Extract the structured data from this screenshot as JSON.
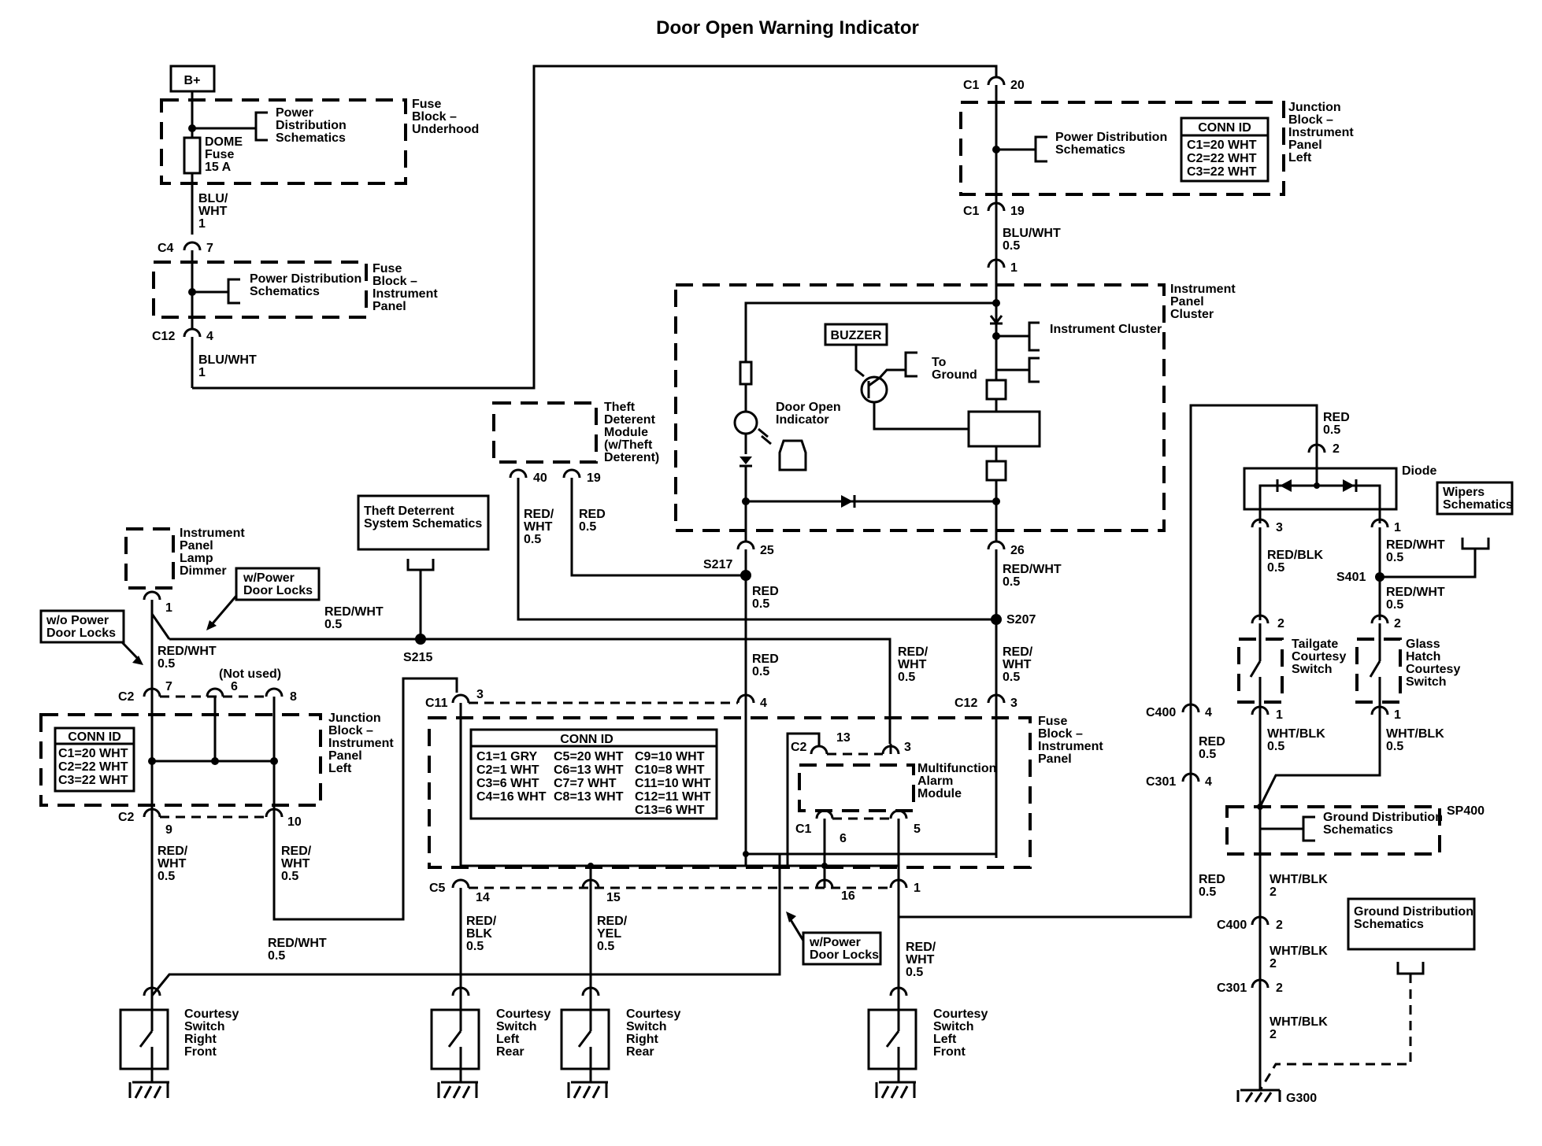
{
  "title": "Door Open Warning Indicator",
  "power": {
    "source": "B+",
    "fuse_label": "DOME",
    "fuse_type": "Fuse",
    "fuse_rating": "15 A",
    "power_dist_1": "Power",
    "power_dist_2": "Distribution",
    "power_dist_3": "Schematics",
    "fuse_block_uh": "Fuse",
    "fuse_block_uh2": "Block –",
    "fuse_block_uh3": "Underhood",
    "wire1a": "BLU/",
    "wire1b": "WHT",
    "wire1c": "1",
    "c4": "C4",
    "c4_pin": "7",
    "fbip_pd1": "Power Distribution",
    "fbip_pd2": "Schematics",
    "fbip_1": "Fuse",
    "fbip_2": "Block –",
    "fbip_3": "Instrument",
    "fbip_4": "Panel",
    "c12": "C12",
    "c12_pin": "4",
    "wire2a": "BLU/WHT",
    "wire2b": "1"
  },
  "junction_left": {
    "c1_top": "C1",
    "c1_top_pin": "20",
    "pd1": "Power Distribution",
    "pd2": "Schematics",
    "connid": "CONN ID",
    "c1": "C1=20 WHT",
    "c2": "C2=22 WHT",
    "c3": "C3=22 WHT",
    "label1": "Junction",
    "label2": "Block –",
    "label3": "Instrument",
    "label4": "Panel",
    "label5": "Left",
    "c1_bot": "C1",
    "c1_bot_pin": "19",
    "wire_a": "BLU/WHT",
    "wire_b": "0.5",
    "pin_1": "1"
  },
  "cluster": {
    "label1": "Instrument",
    "label2": "Panel",
    "label3": "Cluster",
    "instrument_cluster": "Instrument Cluster",
    "buzzer": "BUZZER",
    "to_ground1": "To",
    "to_ground2": "Ground",
    "door_open1": "Door Open",
    "door_open2": "Indicator",
    "pin25": "25",
    "pin26": "26"
  },
  "theft": {
    "mod1": "Theft",
    "mod2": "Deterent",
    "mod3": "Module",
    "mod4": "(w/Theft",
    "mod5": "Deterent)",
    "pin40": "40",
    "pin19": "19",
    "w40a": "RED/",
    "w40b": "WHT",
    "w40c": "0.5",
    "w19a": "RED",
    "w19b": "0.5",
    "sch1": "Theft Deterrent",
    "sch2": "System Schematics"
  },
  "splices": {
    "s217": "S217",
    "s207": "S207",
    "s215": "S215",
    "red_a": "RED",
    "red_b": "0.5",
    "rw_a": "RED/WHT",
    "rw_b": "0.5",
    "rw215a": "RED/WHT",
    "rw215b": "0.5",
    "red4a": "RED",
    "red4b": "0.5",
    "rwm1": "RED/",
    "rwm2": "WHT",
    "rwm3": "0.5",
    "rw12a": "RED/",
    "rw12b": "WHT",
    "rw12c": "0.5"
  },
  "left_side": {
    "ipld1": "Instrument",
    "ipld2": "Panel",
    "ipld3": "Lamp",
    "ipld4": "Dimmer",
    "pin1": "1",
    "wpdl1": "w/Power",
    "wpdl2": "Door Locks",
    "wopdl1": "w/o Power",
    "wopdl2": "Door Locks",
    "rw1": "RED/WHT",
    "rw2": "0.5",
    "c2a": "C2",
    "pin7": "7",
    "notused": "(Not used)",
    "pin6": "6",
    "pin8": "8",
    "connid": "CONN ID",
    "c1": "C1=20 WHT",
    "c2": "C2=22 WHT",
    "c3": "C3=22 WHT",
    "jb1": "Junction",
    "jb2": "Block –",
    "jb3": "Instrument",
    "jb4": "Panel",
    "jb5": "Left",
    "c2b": "C2",
    "pin9": "9",
    "pin10": "10",
    "rw9a": "RED/",
    "rw9b": "WHT",
    "rw9c": "0.5",
    "rw10a": "RED/",
    "rw10b": "WHT",
    "rw10c": "0.5",
    "rwb1": "RED/WHT",
    "rwb2": "0.5"
  },
  "fuse_block_ip": {
    "c11": "C11",
    "c11_pin": "3",
    "pin4": "4",
    "c12": "C12",
    "c12_pin": "3",
    "connid": "CONN ID",
    "col1": [
      "C1=1 GRY",
      "C2=1 WHT",
      "C3=6 WHT",
      "C4=16 WHT"
    ],
    "col2": [
      "C5=20 WHT",
      "C6=13 WHT",
      "C7=7 WHT",
      "C8=13 WHT"
    ],
    "col3": [
      "C9=10 WHT",
      "C10=8 WHT",
      "C11=10 WHT",
      "C12=11 WHT",
      "C13=6 WHT"
    ],
    "label1": "Fuse",
    "label2": "Block –",
    "label3": "Instrument",
    "label4": "Panel",
    "c2": "C2",
    "pin13": "13",
    "pin3": "3",
    "mam1": "Multifunction",
    "mam2": "Alarm",
    "mam3": "Module",
    "c1": "C1",
    "pin6": "6",
    "pin5": "5",
    "c5": "C5",
    "pin14": "14",
    "pin15": "15",
    "pin16": "16",
    "pin1": "1",
    "rb1": "RED/",
    "rb2": "BLK",
    "rb3": "0.5",
    "ry1": "RED/",
    "ry2": "YEL",
    "ry3": "0.5",
    "rwf1": "RED/",
    "rwf2": "WHT",
    "rwf3": "0.5",
    "wpdl1": "w/Power",
    "wpdl2": "Door Locks"
  },
  "switches": {
    "rf1": "Courtesy",
    "rf2": "Switch",
    "rf3": "Right",
    "rf4": "Front",
    "lr1": "Courtesy",
    "lr2": "Switch",
    "lr3": "Left",
    "lr4": "Rear",
    "rr1": "Courtesy",
    "rr2": "Switch",
    "rr3": "Right",
    "rr4": "Rear",
    "lf1": "Courtesy",
    "lf2": "Switch",
    "lf3": "Left",
    "lf4": "Front"
  },
  "right_side": {
    "red1": "RED",
    "red2": "0.5",
    "pin2": "2",
    "diode": "Diode",
    "wipers1": "Wipers",
    "wipers2": "Schematics",
    "pin3": "3",
    "pin1": "1",
    "rb1": "RED/BLK",
    "rb2": "0.5",
    "rw1": "RED/WHT",
    "rw2": "0.5",
    "s401": "S401",
    "rw3": "RED/WHT",
    "rw4": "0.5",
    "tg_pin2": "2",
    "gh_pin2": "2",
    "tg1": "Tailgate",
    "tg2": "Courtesy",
    "tg3": "Switch",
    "gh1": "Glass",
    "gh2": "Hatch",
    "gh3": "Courtesy",
    "gh4": "Switch",
    "tg_pin1": "1",
    "gh_pin1": "1",
    "wb1": "WHT/BLK",
    "wb2": "0.5",
    "wb3": "WHT/BLK",
    "wb4": "0.5",
    "c400": "C400",
    "c400_pin": "4",
    "red3": "RED",
    "red4": "0.5",
    "c301": "C301",
    "c301_pin": "4",
    "gd1": "Ground Distribution",
    "gd2": "Schematics",
    "sp400": "SP400",
    "red5": "RED",
    "red6": "0.5",
    "wb5": "WHT/BLK",
    "wb6": "2",
    "c400b": "C400",
    "c400b_pin": "2",
    "wb7": "WHT/BLK",
    "wb8": "2",
    "c301b": "C301",
    "c301b_pin": "2",
    "wb9": "WHT/BLK",
    "wb10": "2",
    "gd3": "Ground Distribution",
    "gd4": "Schematics",
    "g300": "G300"
  }
}
